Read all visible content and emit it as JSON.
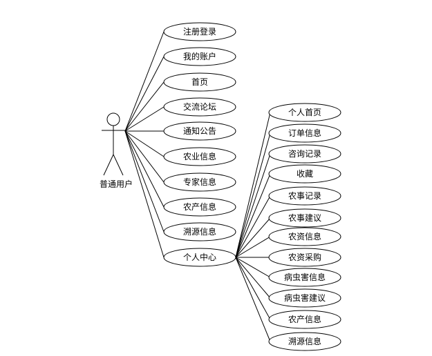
{
  "actor": {
    "label": "普通用户"
  },
  "main_use_cases": [
    {
      "label": "注册登录"
    },
    {
      "label": "我的账户"
    },
    {
      "label": "首页"
    },
    {
      "label": "交流论坛"
    },
    {
      "label": "通知公告"
    },
    {
      "label": "农业信息"
    },
    {
      "label": "专家信息"
    },
    {
      "label": "农产信息"
    },
    {
      "label": "溯源信息"
    },
    {
      "label": "个人中心"
    }
  ],
  "sub_use_cases": [
    {
      "label": "个人首页"
    },
    {
      "label": "订单信息"
    },
    {
      "label": "咨询记录"
    },
    {
      "label": "收藏"
    },
    {
      "label": "农事记录"
    },
    {
      "label": "农事建议"
    },
    {
      "label": "农资信息"
    },
    {
      "label": "农资采购"
    },
    {
      "label": "病虫害信息"
    },
    {
      "label": "病虫害建议"
    },
    {
      "label": "农产信息"
    },
    {
      "label": "溯源信息"
    }
  ]
}
